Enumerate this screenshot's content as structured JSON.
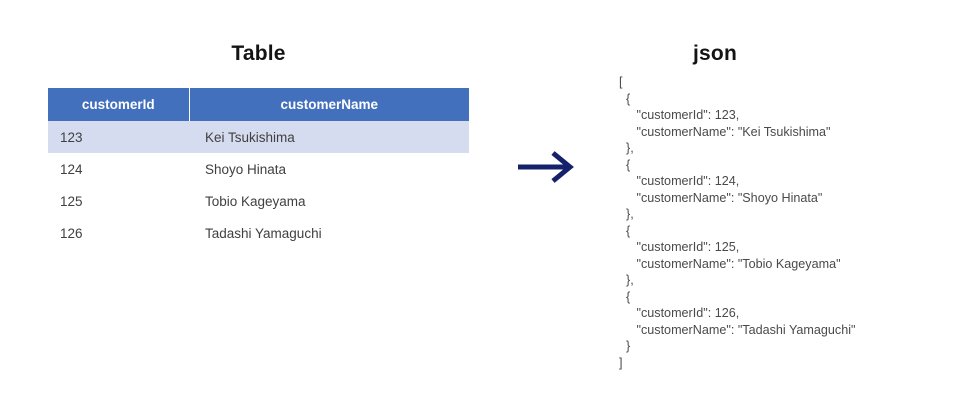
{
  "colors": {
    "header_blue": "#4270bd",
    "row_highlight": "#d6dcef",
    "arrow_navy": "#16216b",
    "text_dark": "#404040",
    "title_black": "#141414",
    "background": "#ffffff"
  },
  "left_panel": {
    "title": "Table",
    "table": {
      "columns": [
        "customerId",
        "customerName"
      ],
      "rows": [
        {
          "customerId": "123",
          "customerName": "Kei Tsukishima",
          "highlighted": true
        },
        {
          "customerId": "124",
          "customerName": "Shoyo Hinata",
          "highlighted": false
        },
        {
          "customerId": "125",
          "customerName": "Tobio Kageyama",
          "highlighted": false
        },
        {
          "customerId": "126",
          "customerName": "Tadashi Yamaguchi",
          "highlighted": false
        }
      ]
    }
  },
  "arrow": {
    "icon": "arrow-right-icon",
    "direction": "right"
  },
  "right_panel": {
    "title": "json",
    "code_lines": [
      "[",
      "  {",
      "     \"customerId\": 123,",
      "     \"customerName\": \"Kei Tsukishima\"",
      "  },",
      "  {",
      "     \"customerId\": 124,",
      "     \"customerName\": \"Shoyo Hinata\"",
      "  },",
      "  {",
      "     \"customerId\": 125,",
      "     \"customerName\": \"Tobio Kageyama\"",
      "  },",
      "  {",
      "     \"customerId\": 126,",
      "     \"customerName\": \"Tadashi Yamaguchi\"",
      "  }",
      "]"
    ]
  }
}
